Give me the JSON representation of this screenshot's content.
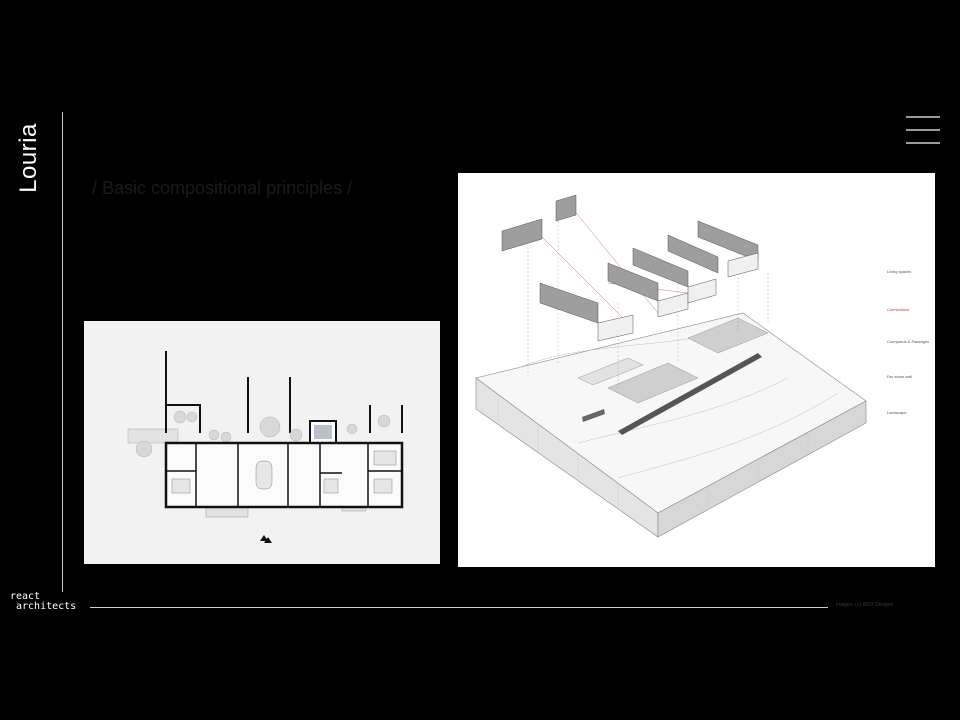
{
  "project": {
    "title": "Louria"
  },
  "section": {
    "subtitle": "/ Basic compositional principles /"
  },
  "brand": {
    "line1": "react",
    "line2": "architects"
  },
  "footer": {
    "note": "Images: (c) 2023 Designs"
  },
  "menu": {
    "icon": "hamburger-menu-icon"
  },
  "diagram": {
    "legend": [
      {
        "label": "Living spaces",
        "highlight": false
      },
      {
        "label": "Connections",
        "highlight": true
      },
      {
        "label": "Courtyards & Passages",
        "highlight": false
      },
      {
        "label": "Dry stone wall",
        "highlight": false
      },
      {
        "label": "Landscape",
        "highlight": false
      }
    ]
  },
  "colors": {
    "background": "#000000",
    "text": "#ffffff",
    "rule": "#cfcfcf",
    "accent": "#c0392b"
  }
}
